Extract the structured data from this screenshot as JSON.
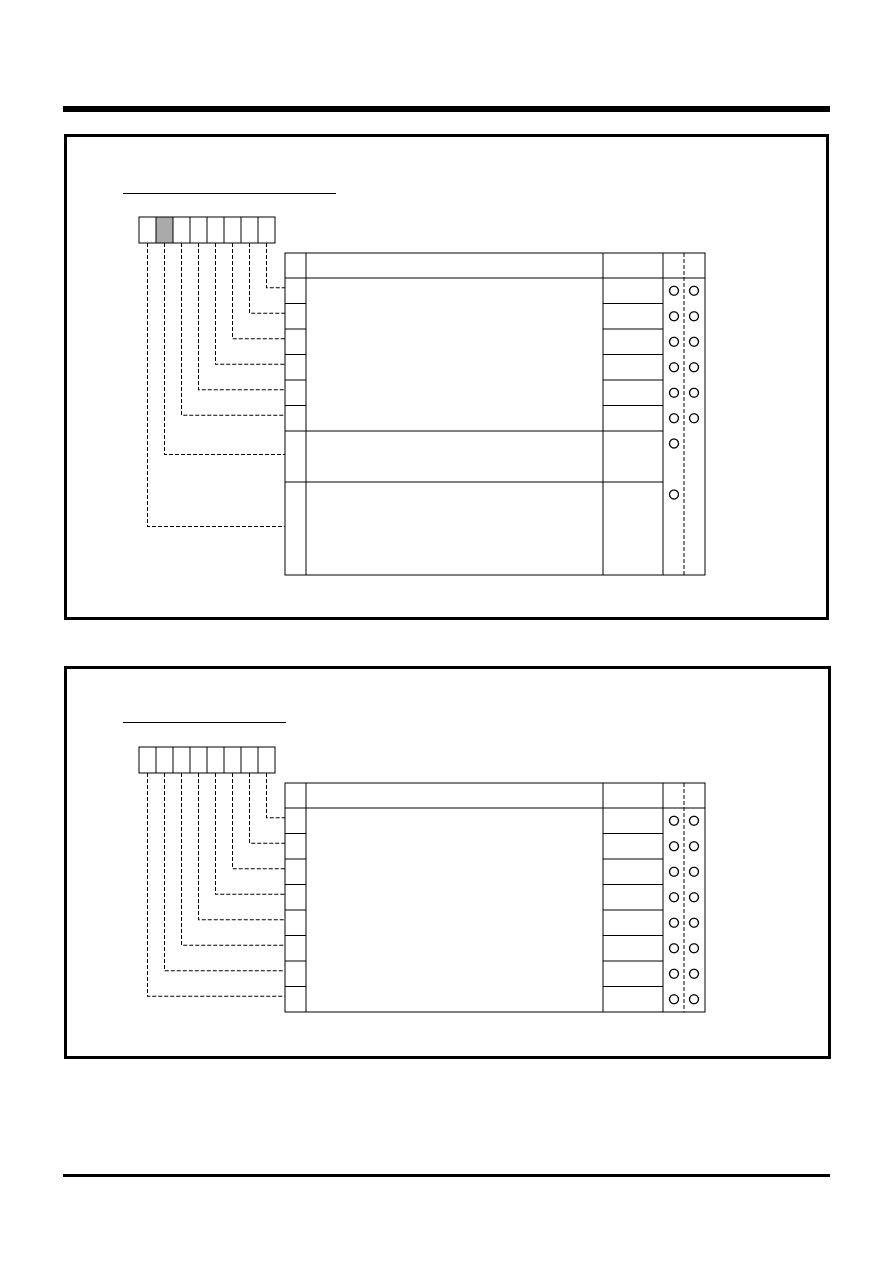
{
  "colors": {
    "ink": "#000000",
    "paper": "#ffffff",
    "reserved_bit": "#aaaaaa"
  },
  "registers": [
    {
      "bit_count": 8,
      "reserved_bits": [
        1
      ],
      "rows": [
        {
          "kind": "single",
          "rw": [
            true,
            true
          ]
        },
        {
          "kind": "single",
          "rw": [
            true,
            true
          ]
        },
        {
          "kind": "single",
          "rw": [
            true,
            true
          ]
        },
        {
          "kind": "single",
          "rw": [
            true,
            true
          ]
        },
        {
          "kind": "single",
          "rw": [
            true,
            true
          ]
        },
        {
          "kind": "single",
          "rw": [
            true,
            true
          ]
        },
        {
          "kind": "double",
          "rw": [
            true,
            false
          ]
        },
        {
          "kind": "quad",
          "rw": [
            true,
            false
          ]
        }
      ]
    },
    {
      "bit_count": 8,
      "reserved_bits": [],
      "rows": [
        {
          "kind": "single",
          "rw": [
            true,
            true
          ]
        },
        {
          "kind": "single",
          "rw": [
            true,
            true
          ]
        },
        {
          "kind": "single",
          "rw": [
            true,
            true
          ]
        },
        {
          "kind": "single",
          "rw": [
            true,
            true
          ]
        },
        {
          "kind": "single",
          "rw": [
            true,
            true
          ]
        },
        {
          "kind": "single",
          "rw": [
            true,
            true
          ]
        },
        {
          "kind": "single",
          "rw": [
            true,
            true
          ]
        },
        {
          "kind": "single",
          "rw": [
            true,
            true
          ]
        }
      ]
    }
  ]
}
